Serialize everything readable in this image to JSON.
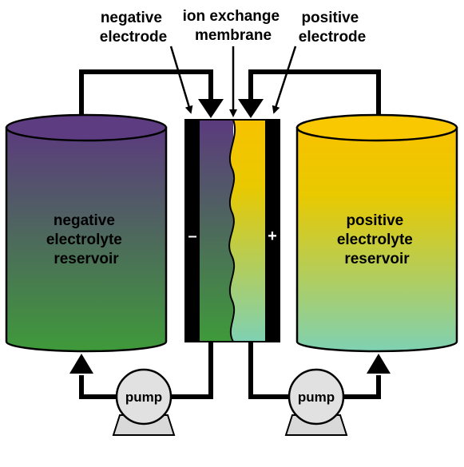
{
  "labels": {
    "negative_electrode": [
      "negative",
      "electrode"
    ],
    "membrane": [
      "ion exchange",
      "membrane"
    ],
    "positive_electrode": [
      "positive",
      "electrode"
    ],
    "negative_reservoir": [
      "negative",
      "electrolyte",
      "reservoir"
    ],
    "positive_reservoir": [
      "positive",
      "electrolyte",
      "reservoir"
    ],
    "negative_sign": "–",
    "positive_sign": "+",
    "pump_left": "pump",
    "pump_right": "pump"
  },
  "colors": {
    "negative_top": "#5b3a7e",
    "negative_bottom": "#3f9a3a",
    "positive_top": "#f7c200",
    "positive_bottom": "#7fd1b3",
    "pipe": "#000000",
    "pump": "#e1e1e1"
  }
}
